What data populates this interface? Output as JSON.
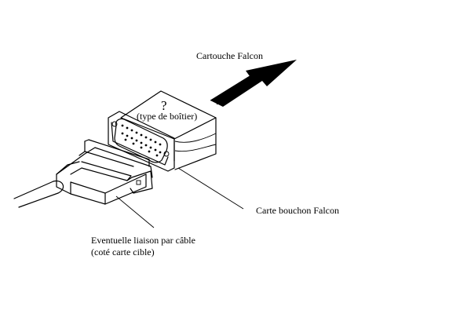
{
  "labels": {
    "cartouche": "Cartouche Falcon",
    "question_mark": "?",
    "boitier": "(type de boîtier)",
    "carte_bouchon": "Carte bouchon Falcon",
    "liaison_line1": "Eventuelle liaison par câble",
    "liaison_line2": "(coté carte cible)"
  },
  "colors": {
    "ink": "#000000",
    "background": "#ffffff"
  }
}
